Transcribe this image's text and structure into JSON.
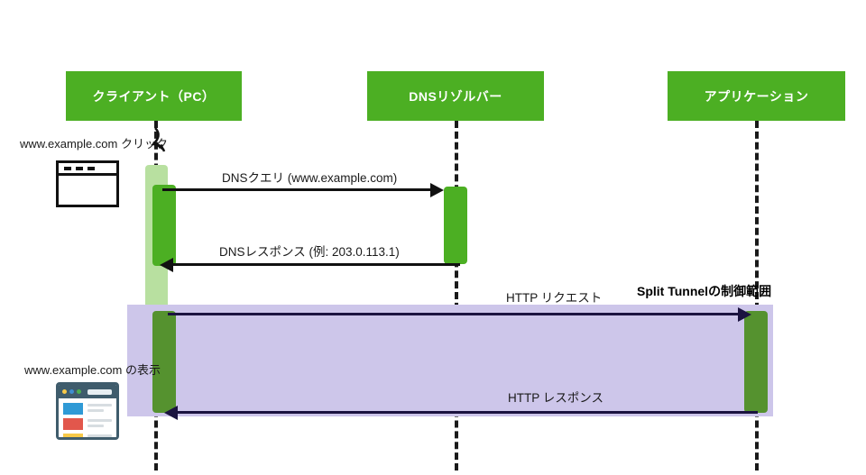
{
  "diagram": {
    "title": "Split Tunnel DNS and HTTP sequence",
    "colors": {
      "participant_box": "#4CAF23",
      "activation": "#4CAF23",
      "session_band": "#B8E0A0",
      "tunnel_band": "#CDC6EA",
      "arrow_black": "#111111",
      "arrow_purple": "#1b1340"
    }
  },
  "participants": [
    {
      "id": "client",
      "label": "クライアント（PC）"
    },
    {
      "id": "dns",
      "label": "DNSリゾルバー"
    },
    {
      "id": "app",
      "label": "アプリケーション"
    }
  ],
  "messages": [
    {
      "id": "dns-query",
      "label": "DNSクエリ (www.example.com)",
      "from": "client",
      "to": "dns",
      "direction": "right",
      "color": "black"
    },
    {
      "id": "dns-response",
      "label": "DNSレスポンス (例: 203.0.113.1)",
      "from": "dns",
      "to": "client",
      "direction": "left",
      "color": "black"
    },
    {
      "id": "http-request",
      "label": "HTTP リクエスト",
      "from": "client",
      "to": "app",
      "direction": "right",
      "color": "purple"
    },
    {
      "id": "http-response",
      "label": "HTTP レスポンス",
      "from": "app",
      "to": "client",
      "direction": "left",
      "color": "purple"
    }
  ],
  "annotations": {
    "tunnel_scope": "Split Tunnelの制御範囲",
    "click_label": "www.example.com クリック",
    "render_label": "www.example.com の表示"
  },
  "icons": {
    "browser_blank": "browser-window-icon",
    "browser_rendered": "browser-page-icon"
  }
}
